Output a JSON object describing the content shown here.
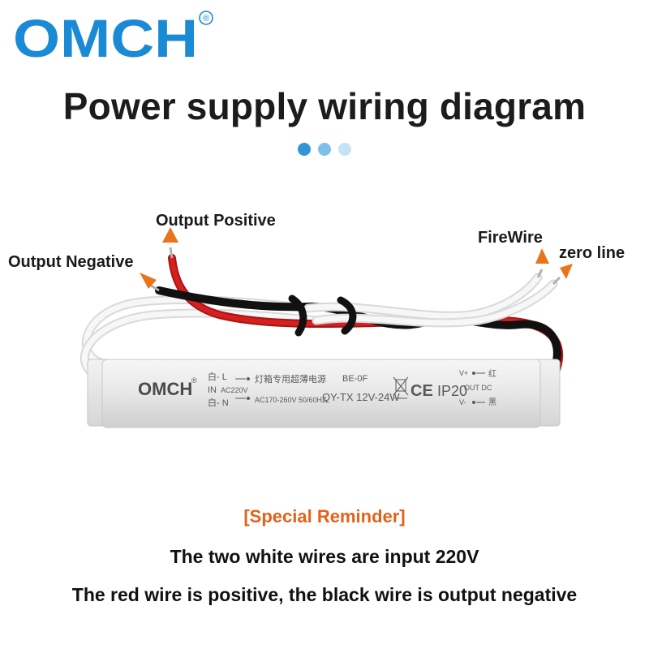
{
  "brand": {
    "logo_text": "OMCH",
    "registered_mark": "®",
    "color": "#1a8ad4"
  },
  "title": "Power supply wiring diagram",
  "accent_colors": {
    "dot_1": "#2f97d6",
    "dot_2": "#7ec0e8",
    "dot_3": "#c4e3f6",
    "arrow": "#e8741c",
    "reminder": "#e2621b"
  },
  "callouts": {
    "output_positive": "Output Positive",
    "output_negative": "Output Negative",
    "firewire": "FireWire",
    "zero_line": "zero line"
  },
  "device_label": {
    "brand": "OMCH",
    "registered_mark": "®",
    "in_l": "白- L",
    "in_label": "IN",
    "in_voltage": "AC220V",
    "in_n": "白- N",
    "chinese_name": "灯箱专用超薄电源",
    "input_range": "AC170-260V  50/60HZ",
    "model_code": "BE-0F",
    "model": "QY-TX 12V-24W",
    "ce_mark": "CE",
    "ip_rating": "IP20",
    "out_vplus": "V+",
    "out_red": "红",
    "out_dc": "OUT DC",
    "out_vminus": "V-",
    "out_black": "黑"
  },
  "reminder": {
    "title": "[Special Reminder]",
    "line1": "The two white wires are input 220V",
    "line2": "The red wire is positive, the black wire is output negative"
  }
}
